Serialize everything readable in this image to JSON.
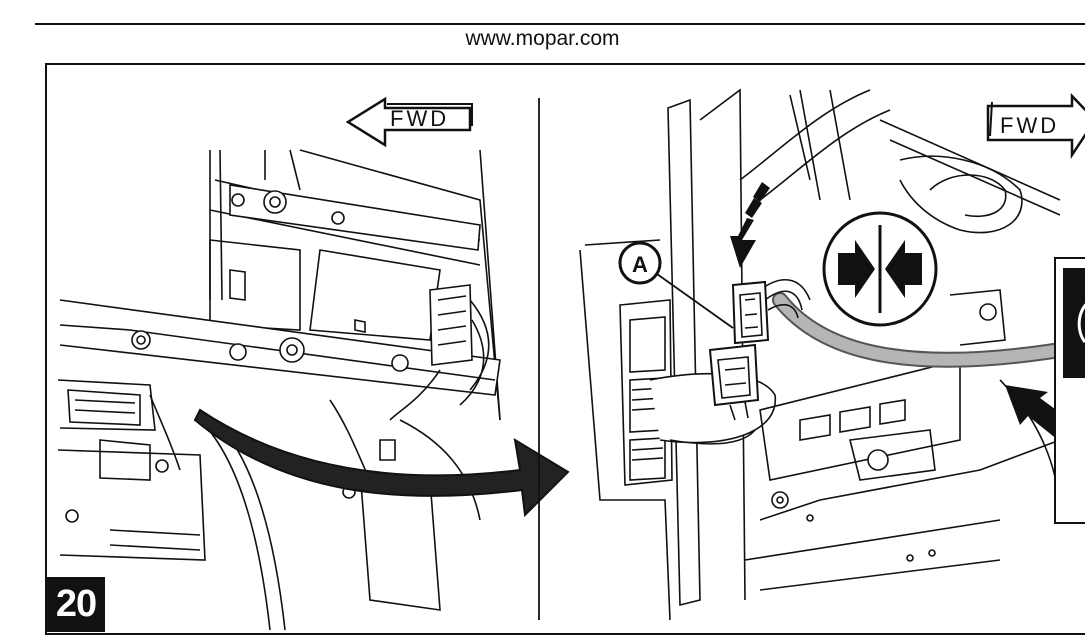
{
  "header": {
    "url": "www.mopar.com"
  },
  "figure": {
    "step_number": "20",
    "left_panel": {
      "direction_label": "FWD"
    },
    "right_panel": {
      "direction_label": "FWD",
      "callout_letter": "A"
    }
  },
  "colors": {
    "ink": "#111111",
    "cable_gray": "#b5b5b5",
    "paper": "#ffffff"
  }
}
